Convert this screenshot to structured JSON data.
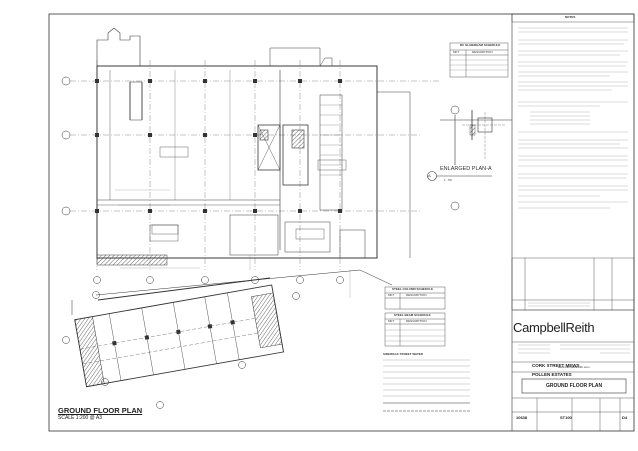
{
  "plan": {
    "title": "GROUND FLOOR PLAN",
    "scale": "SCALE 1:200 @ A3"
  },
  "enlarged": {
    "label": "ENLARGED PLAN-A",
    "scale": "1 : 50",
    "marker": "A"
  },
  "schedules": {
    "roof_beam_title": "RC SLAB/BEAM SCHEDULE",
    "steel_col_title": "STEEL COLUMN SCHEDULE",
    "steel_beam_title": "STEEL BEAM SCHEDULE",
    "col_mark": "MKT",
    "col_description": "DESCRIPTION"
  },
  "notes": {
    "title": "NOTES",
    "street_notes_title": "SIDEWALK STREET WATER"
  },
  "title_block": {
    "company": "CampbellReith",
    "project_line1": "CORK STREET MEWS",
    "project_line2": "POLLEN ESTATES",
    "drawing_title": "GROUND FLOOR PLAN",
    "job_no": "10638",
    "drawing_no": "ST100",
    "revision": "D4",
    "website": "www.campbellreith.com"
  },
  "colors": {
    "line": "#3a3a3a",
    "hatch": "#555555",
    "paper": "#ffffff"
  }
}
